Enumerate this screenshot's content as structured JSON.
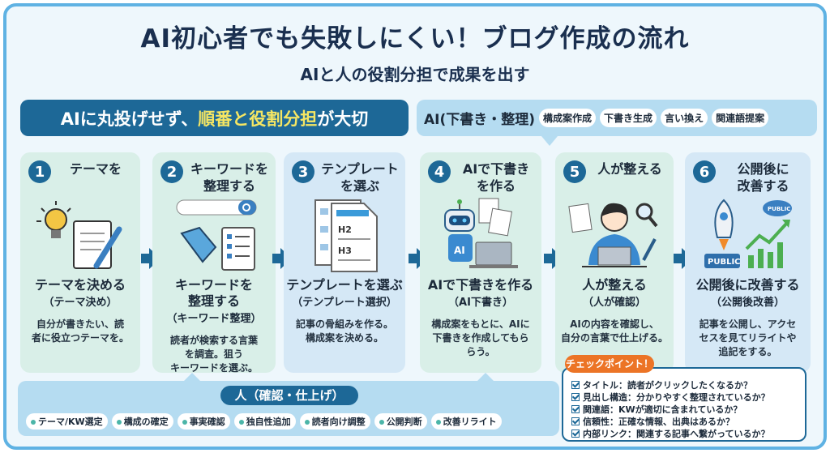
{
  "title": "AI初心者でも失敗しにくい！ブログ作成の流れ",
  "subtitle": "AIと人の役割分担で成果を出す",
  "banner": {
    "pre": "AIに丸投げせず、",
    "highlight": "順番と役割分担",
    "post": "が大切"
  },
  "ai_box": {
    "label": "AI(下書き・整理)",
    "tags": [
      "構成案作成",
      "下書き生成",
      "言い換え",
      "関連語提案"
    ]
  },
  "steps": [
    {
      "num": "1",
      "head": "テーマを",
      "title": "テーマを決める",
      "sub": "（テーマ決め）",
      "desc": "自分が書きたい、読\n者に役立つテーマを。",
      "icon_labels": []
    },
    {
      "num": "2",
      "head": "キーワードを\n整理する",
      "title": "キーワードを\n整理する",
      "sub": "（キーワード整理）",
      "desc": "読者が検索する言葉\nを調査。狙う\nキーワードを選ぶ。",
      "icon_labels": []
    },
    {
      "num": "3",
      "head": "テンプレート\nを選ぶ",
      "title": "テンプレートを選ぶ",
      "sub": "（テンプレート選択）",
      "desc": "記事の骨組みを作る。\n構成案を決める。",
      "icon_labels": [
        "H2",
        "H3"
      ]
    },
    {
      "num": "4",
      "head": "AIで下書き\nを作る",
      "title": "AIで下書きを作る",
      "sub": "（AI下書き）",
      "desc": "構成案をもとに、AIに\n下書きを作成してもら\nらう。",
      "icon_labels": [
        "AI"
      ]
    },
    {
      "num": "5",
      "head": "人が整える",
      "title": "人が整える",
      "sub": "（人が確認）",
      "desc": "AIの内容を確認し、\n自分の言葉で仕上げる。",
      "icon_labels": []
    },
    {
      "num": "6",
      "head": "公開後に\n改善する",
      "title": "公開後に改善する",
      "sub": "（公開後改善）",
      "desc": "記事を公開し、アクセ\nセスを見てリライトや\n追記をする。",
      "icon_labels": [
        "PUBLIC",
        "PUBLIC"
      ]
    }
  ],
  "human_box": {
    "label": "人（確認・仕上げ）",
    "tags": [
      "テーマ/KW選定",
      "構成の確定",
      "事実確認",
      "独自性追加",
      "読者向け調整",
      "公開判断",
      "改善リライト"
    ]
  },
  "checkpoint": {
    "label": "チェックポイント！",
    "items": [
      "タイトル：読者がクリックしたくなるか？",
      "見出し構造：分かりやすく整理されているか？",
      "関連語：KWが適切に含まれているか？",
      "信頼性：正確な情報、出典はあるか？",
      "内部リンク：関連する記事へ繋がっているか？"
    ]
  },
  "colors": {
    "primary": "#1d6897",
    "accent": "#ec7426",
    "highlight": "#f5e663",
    "card_green": "#d9efe8",
    "card_blue": "#d5e8f6"
  }
}
